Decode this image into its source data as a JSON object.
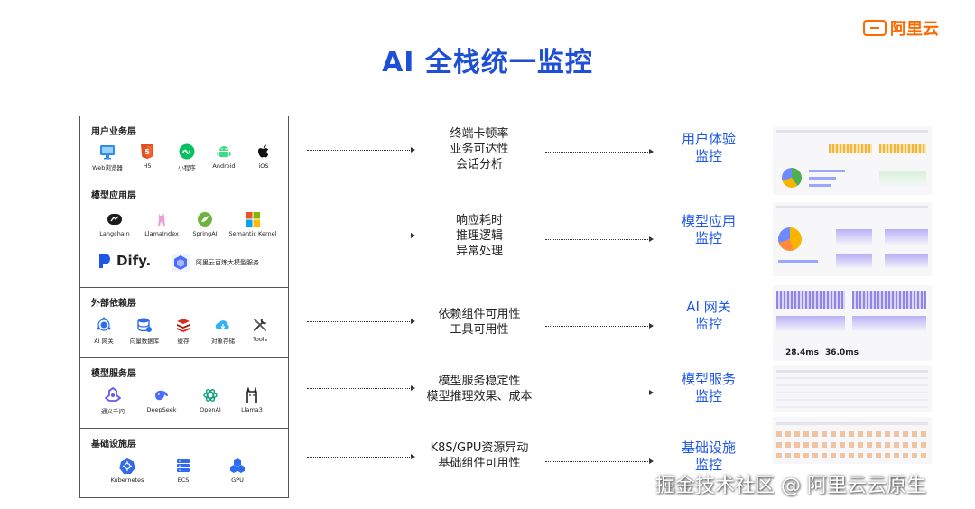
{
  "brand": {
    "name": "阿里云"
  },
  "title": "AI 全栈统一监控",
  "layers": [
    {
      "title": "用户业务层",
      "items": [
        {
          "label": "Web浏览器",
          "icon": "monitor-icon"
        },
        {
          "label": "H5",
          "icon": "html5-icon"
        },
        {
          "label": "小程序",
          "icon": "miniprogram-icon"
        },
        {
          "label": "Android",
          "icon": "android-icon"
        },
        {
          "label": "iOS",
          "icon": "apple-icon"
        }
      ],
      "middle": [
        "终端卡顿率",
        "业务可达性",
        "会话分析"
      ],
      "right": [
        "用户体验",
        "监控"
      ]
    },
    {
      "title": "模型应用层",
      "items": [
        {
          "label": "Langchain",
          "icon": "langchain-icon"
        },
        {
          "label": "LlamaIndex",
          "icon": "llama-icon"
        },
        {
          "label": "SpringAI",
          "icon": "spring-icon"
        },
        {
          "label": "Semantic Kernel",
          "icon": "semantic-kernel-icon"
        }
      ],
      "extra": [
        {
          "label": "Dify.",
          "icon": "dify-icon"
        },
        {
          "label": "阿里云百炼大模型服务",
          "icon": "bailian-icon"
        }
      ],
      "middle": [
        "响应耗时",
        "推理逻辑",
        "异常处理"
      ],
      "right": [
        "模型应用",
        "监控"
      ]
    },
    {
      "title": "外部依赖层",
      "items": [
        {
          "label": "AI 网关",
          "icon": "ai-gateway-icon"
        },
        {
          "label": "向量数据库",
          "icon": "vector-db-icon"
        },
        {
          "label": "缓存",
          "icon": "redis-icon"
        },
        {
          "label": "对象存储",
          "icon": "object-storage-icon"
        },
        {
          "label": "Tools",
          "icon": "tools-icon"
        }
      ],
      "middle": [
        "依赖组件可用性",
        "工具可用性"
      ],
      "right": [
        "AI 网关",
        "监控"
      ]
    },
    {
      "title": "模型服务层",
      "items": [
        {
          "label": "通义千问",
          "icon": "qwen-icon"
        },
        {
          "label": "DeepSeek",
          "icon": "deepseek-icon"
        },
        {
          "label": "OpenAI",
          "icon": "openai-icon"
        },
        {
          "label": "Llama3",
          "icon": "llama3-icon"
        }
      ],
      "middle": [
        "模型服务稳定性",
        "模型推理效果、成本"
      ],
      "right": [
        "模型服务",
        "监控"
      ]
    },
    {
      "title": "基础设施层",
      "items": [
        {
          "label": "Kubernetes",
          "icon": "kubernetes-icon"
        },
        {
          "label": "ECS",
          "icon": "ecs-icon"
        },
        {
          "label": "GPU",
          "icon": "gpu-icon"
        }
      ],
      "middle": [
        "K8S/GPU资源异动",
        "基础组件可用性"
      ],
      "right": [
        "基础设施",
        "监控"
      ]
    }
  ],
  "dashboards": {
    "gateway_metrics": [
      "28.4ms",
      "36.0ms"
    ]
  },
  "watermark": "掘金技术社区 @ 阿里云云原生"
}
